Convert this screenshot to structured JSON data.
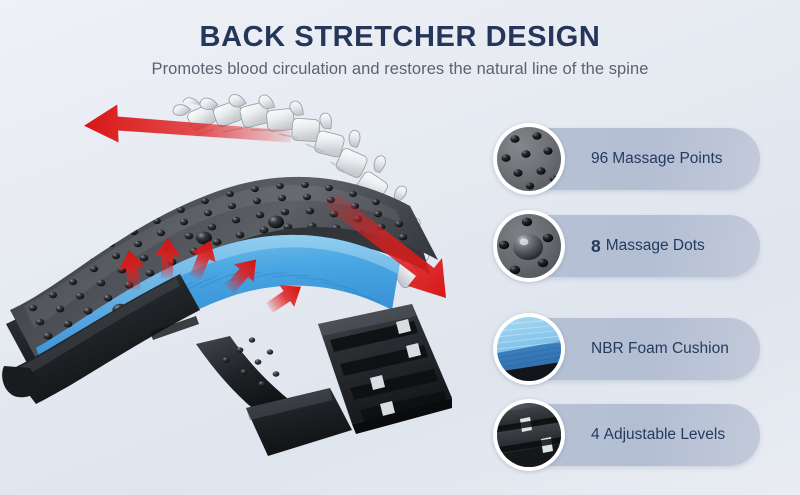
{
  "header": {
    "title": "BACK STRETCHER DESIGN",
    "subtitle": "Promotes blood circulation and restores the natural line of the spine"
  },
  "colors": {
    "background": "#e6eaf1",
    "title_text": "#24365a",
    "subtitle_text": "#5a6375",
    "pill_background": "#b6c0d4",
    "pill_text": "#253b5e",
    "cushion_blue": "#3d9ede",
    "frame_dark": "#3a3d42",
    "arrow_red": "#e01f1f",
    "spine_white": "#f2f3f5"
  },
  "features": [
    {
      "lead": "96",
      "lead_bold": false,
      "rest": "Massage Points",
      "full_label": "96 Massage Points",
      "thumb": "massage-points-closeup"
    },
    {
      "lead": "8",
      "lead_bold": true,
      "rest": "Massage Dots",
      "full_label": "8 Massage Dots",
      "thumb": "massage-dot-closeup"
    },
    {
      "lead": "",
      "lead_bold": false,
      "rest": "NBR Foam Cushion",
      "full_label": "NBR Foam Cushion",
      "thumb": "foam-cushion-closeup"
    },
    {
      "lead": "4",
      "lead_bold": false,
      "rest": "Adjustable Levels",
      "full_label": "4 Adjustable Levels",
      "thumb": "adjustable-levels-closeup"
    }
  ],
  "product": {
    "name": "back-stretcher-device",
    "parts": [
      "arched-frame",
      "massage-points",
      "nbr-foam-cushion",
      "spine-illustration",
      "base-platform",
      "adjustment-rack"
    ],
    "arrows": {
      "stretch_left": "leftward stretch arrow along spine",
      "stretch_down_right": "downward-right stretch arrow along spine",
      "pressure_up_count": 5
    }
  }
}
